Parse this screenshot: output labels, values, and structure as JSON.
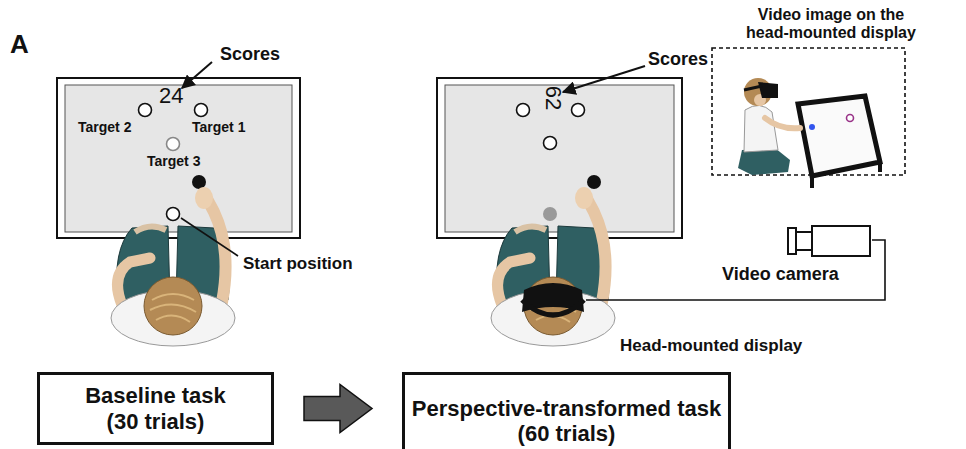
{
  "diagram": {
    "nodes": [
      {
        "text": [
          "Video image on the head-mounted display"
        ]
      },
      {
        "text": [
          "Baseline task",
          "(30 trials)"
        ]
      },
      {
        "text": [
          "Perspective-transformed task",
          "(60 trials)"
        ]
      }
    ],
    "edges": [
      {
        "from": 1,
        "to": 2,
        "arrow": "to"
      }
    ],
    "labels": [
      "A",
      "Scores",
      "24",
      "Target 2",
      "Target 1",
      "Target 3",
      "Start position",
      "Scores",
      "62",
      "Video camera",
      "Head-mounted display"
    ]
  }
}
